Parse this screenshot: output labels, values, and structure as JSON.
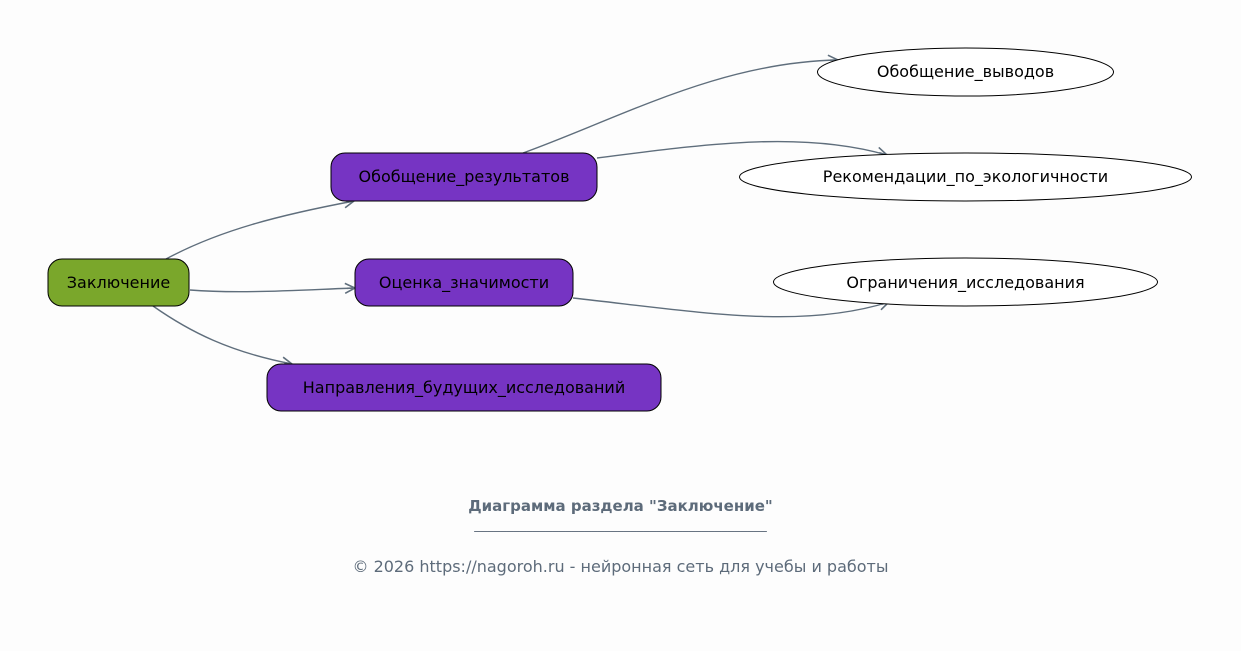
{
  "colors": {
    "root": "#7aa72b",
    "branch": "#7634c3",
    "leaf": "#ffffff",
    "edge": "#5f6e7c",
    "text_muted": "#5d6b7a"
  },
  "nodes": {
    "root": "Заключение",
    "summary_results": "Обобщение_результатов",
    "significance": "Оценка_значимости",
    "future": "Направления_будущих_исследований",
    "summary_conclusions": "Обобщение_выводов",
    "eco_recommendations": "Рекомендации_по_экологичности",
    "limitations": "Ограничения_исследования"
  },
  "caption": {
    "title": "Диаграмма раздела \"Заключение\"",
    "separator": "_____________________________________________",
    "footer": "© 2026 https://nagoroh.ru - нейронная сеть для учебы и работы"
  }
}
